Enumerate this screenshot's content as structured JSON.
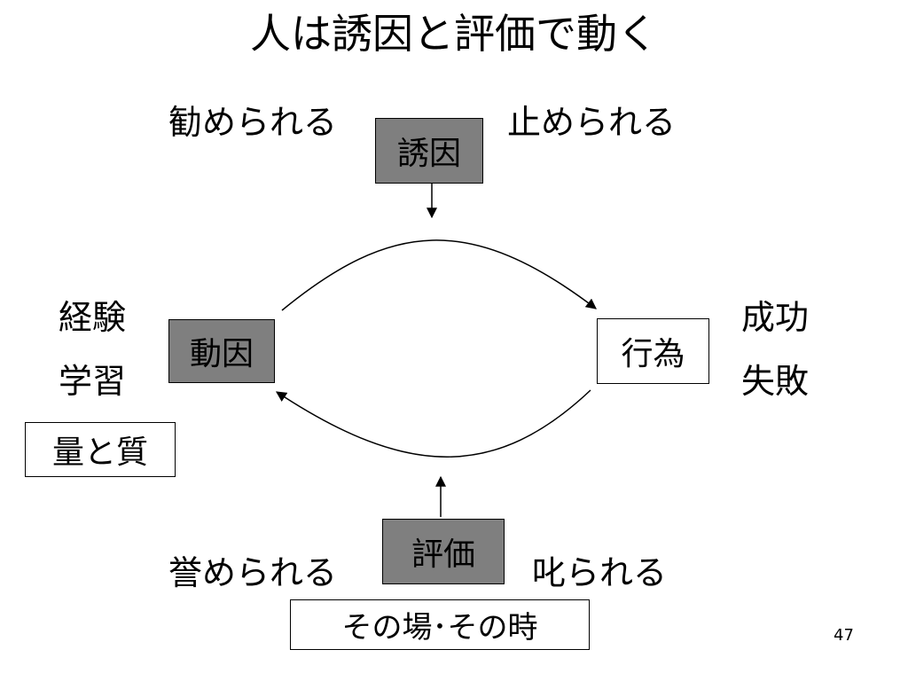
{
  "title": "人は誘因と評価で動く",
  "boxes": {
    "incentive": "誘因",
    "motive": "動因",
    "action": "行為",
    "evaluation": "評価",
    "quantity_quality": "量と質",
    "timing": "その場･その時"
  },
  "labels": {
    "encouraged": "勧められる",
    "stopped": "止められる",
    "experience": "経験",
    "learning": "学習",
    "success": "成功",
    "failure": "失敗",
    "praised": "誉められる",
    "scolded": "叱られる"
  },
  "page_number": "47",
  "colors": {
    "box_gray": "#7f7f7f",
    "line": "#000000"
  }
}
